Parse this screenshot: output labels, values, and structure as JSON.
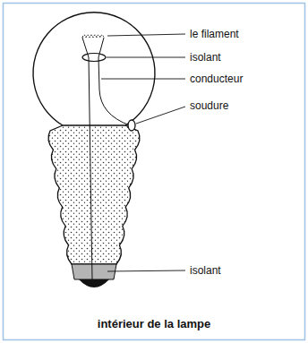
{
  "diagram": {
    "caption": "intérieur de la lampe",
    "labels": [
      "le filament",
      "isolant",
      "conducteur",
      "soudure",
      "isolant"
    ]
  }
}
